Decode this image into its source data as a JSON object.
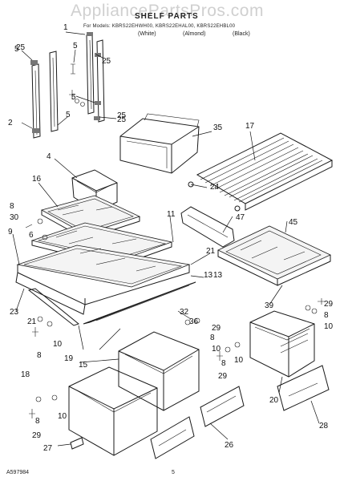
{
  "watermark": "AppliancePartsPros.com",
  "header": {
    "title": "SHELF PARTS",
    "models": "For Models: KBRS22EHWH00, KBRS22EHAL00, KBRS22EHBL00",
    "colors": [
      "(White)",
      "(Almond)",
      "(Black)"
    ]
  },
  "footer": {
    "left_code": "A597984",
    "page_number": "5"
  },
  "callouts": [
    "25",
    "1",
    "5",
    "25",
    "5",
    "25",
    "5",
    "25",
    "2",
    "5",
    "35",
    "17",
    "4",
    "16",
    "24",
    "47",
    "45",
    "8",
    "30",
    "6",
    "9",
    "11",
    "21",
    "13",
    "23",
    "13",
    "39",
    "29",
    "8",
    "10",
    "32",
    "21",
    "36",
    "29",
    "8",
    "10",
    "8",
    "10",
    "18",
    "15",
    "19",
    "29",
    "8",
    "10",
    "20",
    "28",
    "8",
    "29",
    "10",
    "26",
    "27"
  ],
  "colors": {
    "ink": "#1a1a1a",
    "watermark": "#c8c8c8",
    "background": "#ffffff"
  }
}
